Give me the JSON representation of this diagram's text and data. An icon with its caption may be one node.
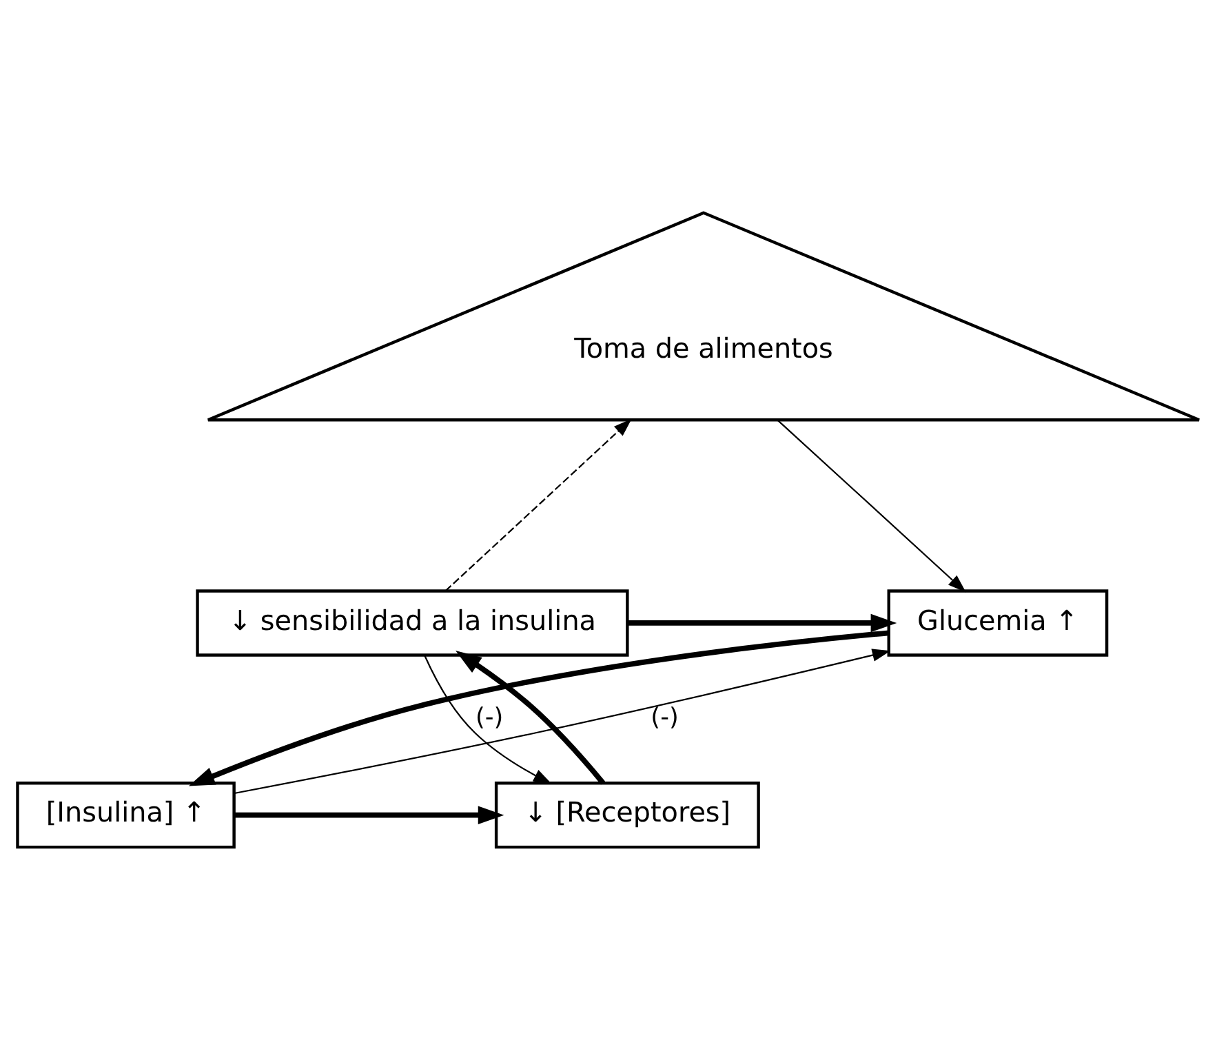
{
  "diagram": {
    "nodes": [
      {
        "text": [
          "Toma de alimentos"
        ]
      },
      {
        "text": [
          "↓ sensibilidad a la insulina"
        ]
      },
      {
        "text": [
          "Glucemia ↑"
        ]
      },
      {
        "text": [
          "↓ [Receptores]"
        ]
      },
      {
        "text": [
          "[Insulina] ↑"
        ]
      }
    ],
    "edges": [
      {
        "from": 1,
        "to": 0,
        "arrow": "to",
        "style": "dashed"
      },
      {
        "from": 0,
        "to": 2,
        "arrow": "to"
      },
      {
        "from": 1,
        "to": 2,
        "arrow": "to",
        "style": "thick"
      },
      {
        "from": 1,
        "to": 3,
        "arrow": "to",
        "label": "(-)"
      },
      {
        "from": 4,
        "to": 2,
        "arrow": "to",
        "label": "(-)"
      },
      {
        "from": 2,
        "to": 4,
        "arrow": "to",
        "style": "thick"
      },
      {
        "from": 4,
        "to": 3,
        "arrow": "to",
        "style": "thick"
      },
      {
        "from": 3,
        "to": 1,
        "arrow": "to",
        "style": "thick"
      }
    ]
  }
}
